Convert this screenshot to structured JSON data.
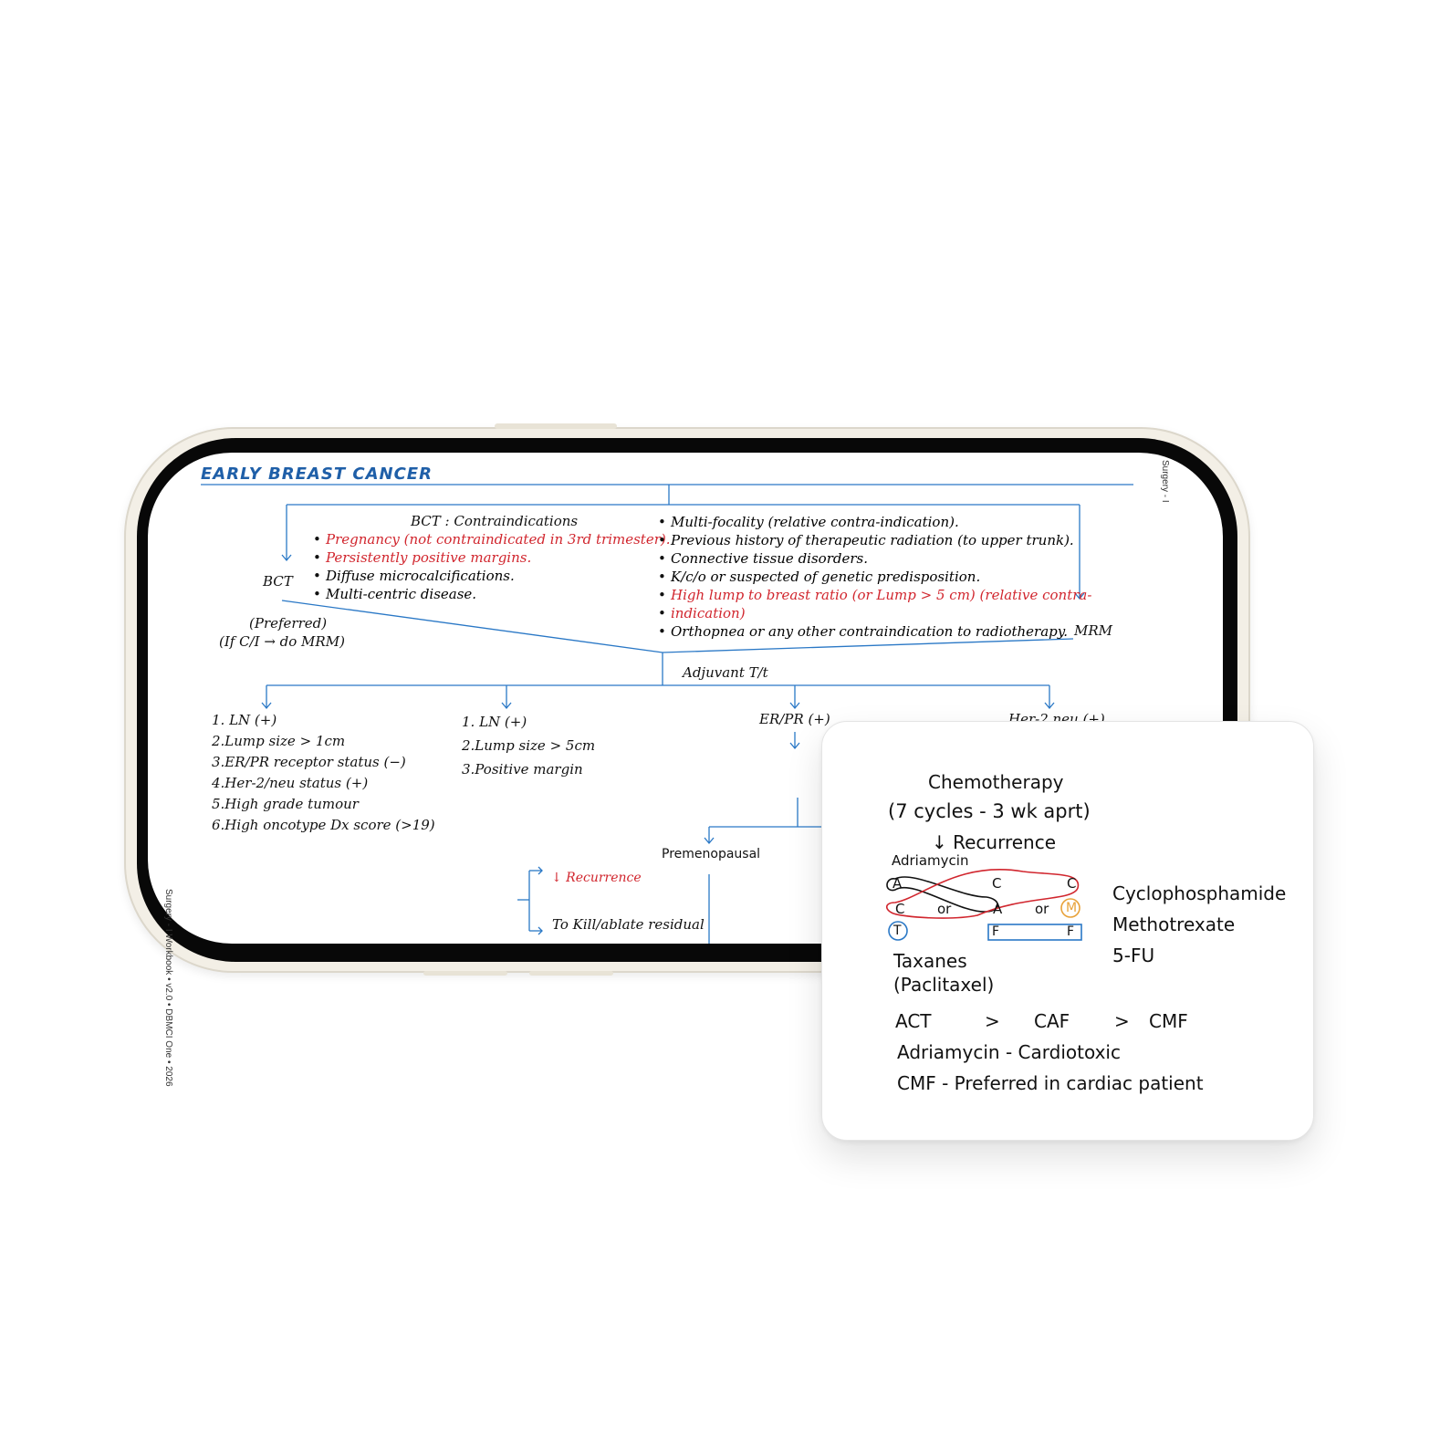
{
  "page": {
    "title": "EARLY BREAST CANCER",
    "side_right": "Surgery - I",
    "side_left": "Surgery - I Workbook • v2.0 • DBMCI One • 2026"
  },
  "flow": {
    "bct": "BCT",
    "mrm": "MRM",
    "preferred": "(Preferred)",
    "if_ci": "(If C/I → do MRM)",
    "contra_title": "BCT : Contraindications",
    "contra_left": [
      {
        "text": "Pregnancy (not contraindicated in 3rd trimester).",
        "color": "#d1262e"
      },
      {
        "text": "Persistently positive margins.",
        "color": "#d1262e"
      },
      {
        "text": "Diffuse microcalcifications.",
        "color": "#111111"
      },
      {
        "text": "Multi-centric disease.",
        "color": "#111111"
      }
    ],
    "contra_right": [
      {
        "text": "Multi-focality (relative contra-indication).",
        "color": "#111111"
      },
      {
        "text": "Previous history of therapeutic radiation (to upper trunk).",
        "color": "#111111"
      },
      {
        "text": "Connective tissue disorders.",
        "color": "#111111"
      },
      {
        "text": "K/c/o or suspected of genetic predisposition.",
        "color": "#111111"
      },
      {
        "text": "High lump to breast ratio (or Lump > 5 cm) (relative contra-",
        "color": "#d1262e"
      },
      {
        "text": "indication)",
        "color": "#d1262e"
      },
      {
        "text": "Orthopnea or any other contraindication to radiotherapy.",
        "color": "#111111"
      }
    ],
    "adjuvant": "Adjuvant T/t",
    "col1": [
      "1. LN (+)",
      "2.Lump size > 1cm",
      "3.ER/PR receptor status (−)",
      "4.Her-2/neu status (+)",
      "5.High grade tumour",
      "6.High oncotype Dx score (>19)"
    ],
    "col2": [
      "1. LN (+)",
      "2.Lump size > 5cm",
      "3.Positive margin"
    ],
    "col3": "ER/PR (+)",
    "col4": "Her-2 neu (+)",
    "premenopausal": "Premenopausal",
    "recurrence": "↓ Recurrence",
    "kill": "To Kill/ablate residual"
  },
  "card": {
    "chemo": "Chemotherapy",
    "cycles": "(7 cycles - 3 wk aprt)",
    "recurrence": "↓ Recurrence",
    "adriamycin_label": "Adriamycin",
    "cyclophosphamide": "Cyclophosphamide",
    "methotrexate": "Methotrexate",
    "fu": "5-FU",
    "taxanes": "Taxanes",
    "paclitaxel": "(Paclitaxel)",
    "diagram": {
      "A1": "A",
      "C1": "C",
      "C2": "C",
      "C3": "C",
      "or1": "or",
      "A2": "A",
      "or2": "or",
      "M": "M",
      "T": "T",
      "F1": "F",
      "F2": "F"
    },
    "rank": {
      "a": "ACT",
      "gt1": ">",
      "b": "CAF",
      "gt2": ">",
      "c": "CMF"
    },
    "note1": "Adriamycin - Cardiotoxic",
    "note2": "CMF - Preferred in cardiac patient"
  },
  "colors": {
    "red": "#d1262e",
    "blue": "#2a78c6",
    "green": "#4a9a36",
    "orange": "#e8a23a",
    "title": "#1f5fa8"
  }
}
